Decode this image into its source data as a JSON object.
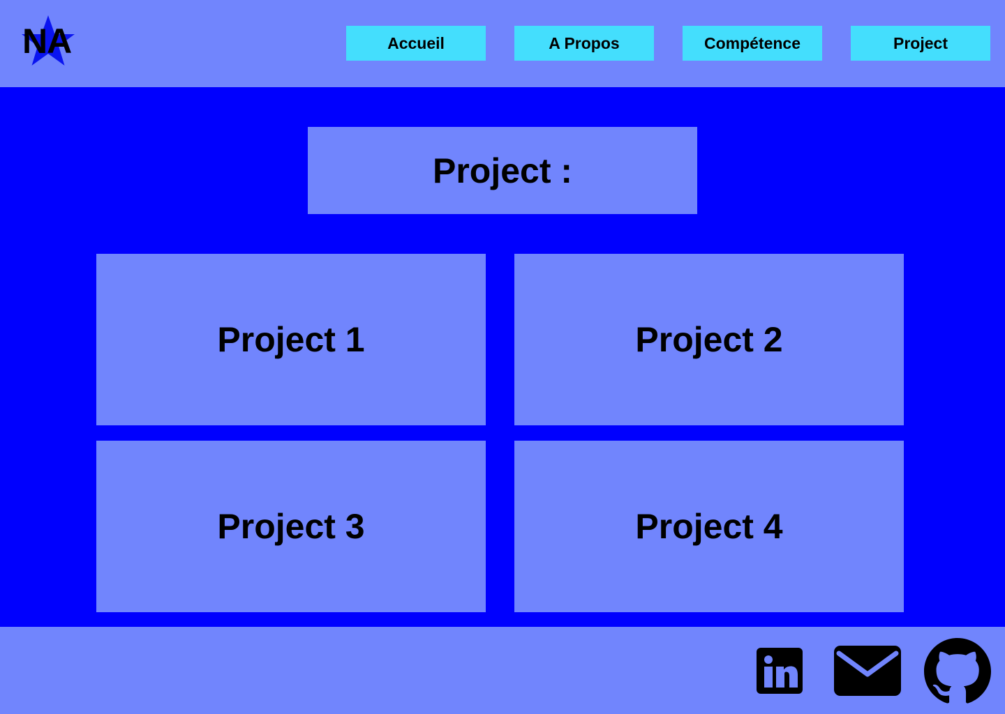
{
  "logo": {
    "text": "NA"
  },
  "nav": {
    "items": [
      {
        "label": "Accueil"
      },
      {
        "label": "A Propos"
      },
      {
        "label": "Compétence"
      },
      {
        "label": "Project"
      }
    ]
  },
  "main": {
    "title": "Project :",
    "projects": [
      {
        "label": "Project 1"
      },
      {
        "label": "Project 2"
      },
      {
        "label": "Project 3"
      },
      {
        "label": "Project 4"
      }
    ]
  },
  "footer": {
    "icons": [
      "linkedin-icon",
      "mail-icon",
      "github-icon"
    ]
  },
  "colors": {
    "background": "#0000fe",
    "panel": "#7185fd",
    "nav_button": "#44defd",
    "text": "#000000"
  }
}
